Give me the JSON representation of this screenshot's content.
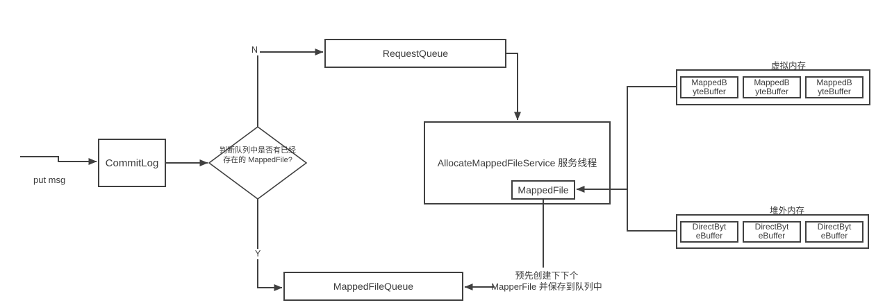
{
  "labels": {
    "put_msg": "put msg",
    "branch_no": "N",
    "branch_yes": "Y"
  },
  "nodes": {
    "commitlog": "CommitLog",
    "request_queue": "RequestQueue",
    "allocate_service": "AllocateMappedFileService 服务线程",
    "mapped_file": "MappedFile",
    "mapped_file_queue": "MappedFileQueue"
  },
  "decision": {
    "line1": "判断队列中是否有已经",
    "line2": "存在的 MappedFile?"
  },
  "memory": {
    "virtual": {
      "label": "虚拟内存",
      "buffer_line1": "MappedB",
      "buffer_line2": "yteBuffer"
    },
    "off_heap": {
      "label": "堆外内存",
      "buffer_line1": "DirectByt",
      "buffer_line2": "eBuffer"
    }
  },
  "annotations": {
    "precreate_line1": "预先创建下下个",
    "precreate_line2": "MapperFile 并保存到队列中"
  },
  "colors": {
    "stroke": "#404040",
    "text": "#3b3b3b",
    "background": "#ffffff"
  }
}
